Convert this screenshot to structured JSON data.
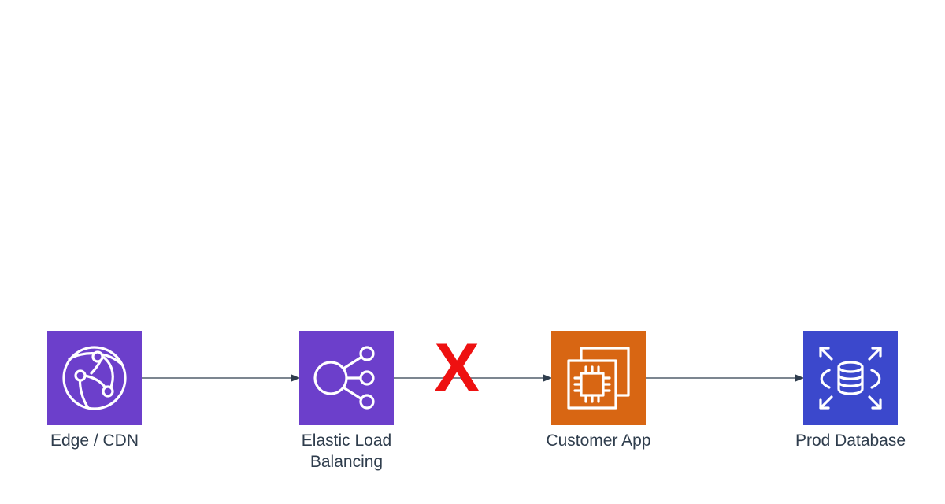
{
  "diagram": {
    "nodes": [
      {
        "id": "edge-cdn",
        "label": "Edge / CDN",
        "icon": "cdn-globe-icon",
        "color": "#6c3fcb"
      },
      {
        "id": "elb",
        "label": "Elastic Load\nBalancing",
        "icon": "load-balancer-icon",
        "color": "#6c3fcb"
      },
      {
        "id": "customer-app",
        "label": "Customer App",
        "icon": "ec2-instances-icon",
        "color": "#d86613"
      },
      {
        "id": "prod-db",
        "label": "Prod Database",
        "icon": "rds-database-icon",
        "color": "#3b48cc"
      }
    ],
    "edges": [
      {
        "from": "edge-cdn",
        "to": "elb",
        "status": "ok"
      },
      {
        "from": "elb",
        "to": "customer-app",
        "status": "broken"
      },
      {
        "from": "customer-app",
        "to": "prod-db",
        "status": "ok"
      }
    ],
    "broken_marker": "X",
    "colors": {
      "connector": "#2f3d4d",
      "broken_marker": "#ee1111",
      "label": "#2f3d4d"
    }
  }
}
